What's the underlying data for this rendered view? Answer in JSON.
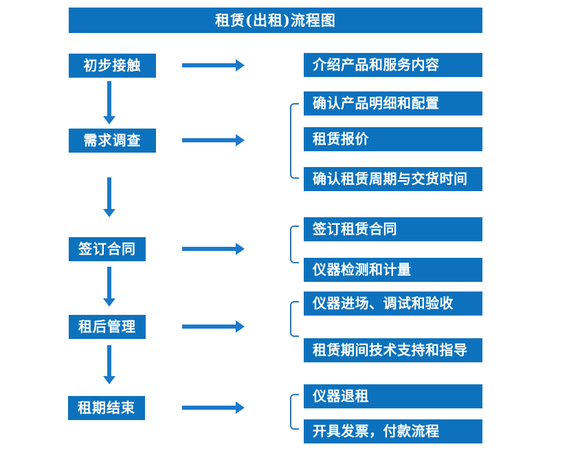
{
  "title": "租赁(出租)流程图",
  "colors": {
    "box_blue": "#0D72BD",
    "arrow_blue": "#1B79CB",
    "bracket_blue": "#2E74B5",
    "text_white": "#FFFFFF",
    "background": "#FFFFFF"
  },
  "flow": {
    "steps": [
      {
        "label": "初步接触",
        "details": [
          "介绍产品和服务内容"
        ]
      },
      {
        "label": "需求调查",
        "details": [
          "确认产品明细和配置",
          "租赁报价",
          "确认租赁周期与交货时间"
        ]
      },
      {
        "label": "签订合同",
        "details": [
          "签订租赁合同",
          "仪器检测和计量"
        ]
      },
      {
        "label": "租后管理",
        "details": [
          "仪器进场、调试和验收",
          "租赁期间技术支持和指导"
        ]
      },
      {
        "label": "租期结束",
        "details": [
          "仪器退租",
          "开具发票，付款流程"
        ]
      }
    ]
  }
}
